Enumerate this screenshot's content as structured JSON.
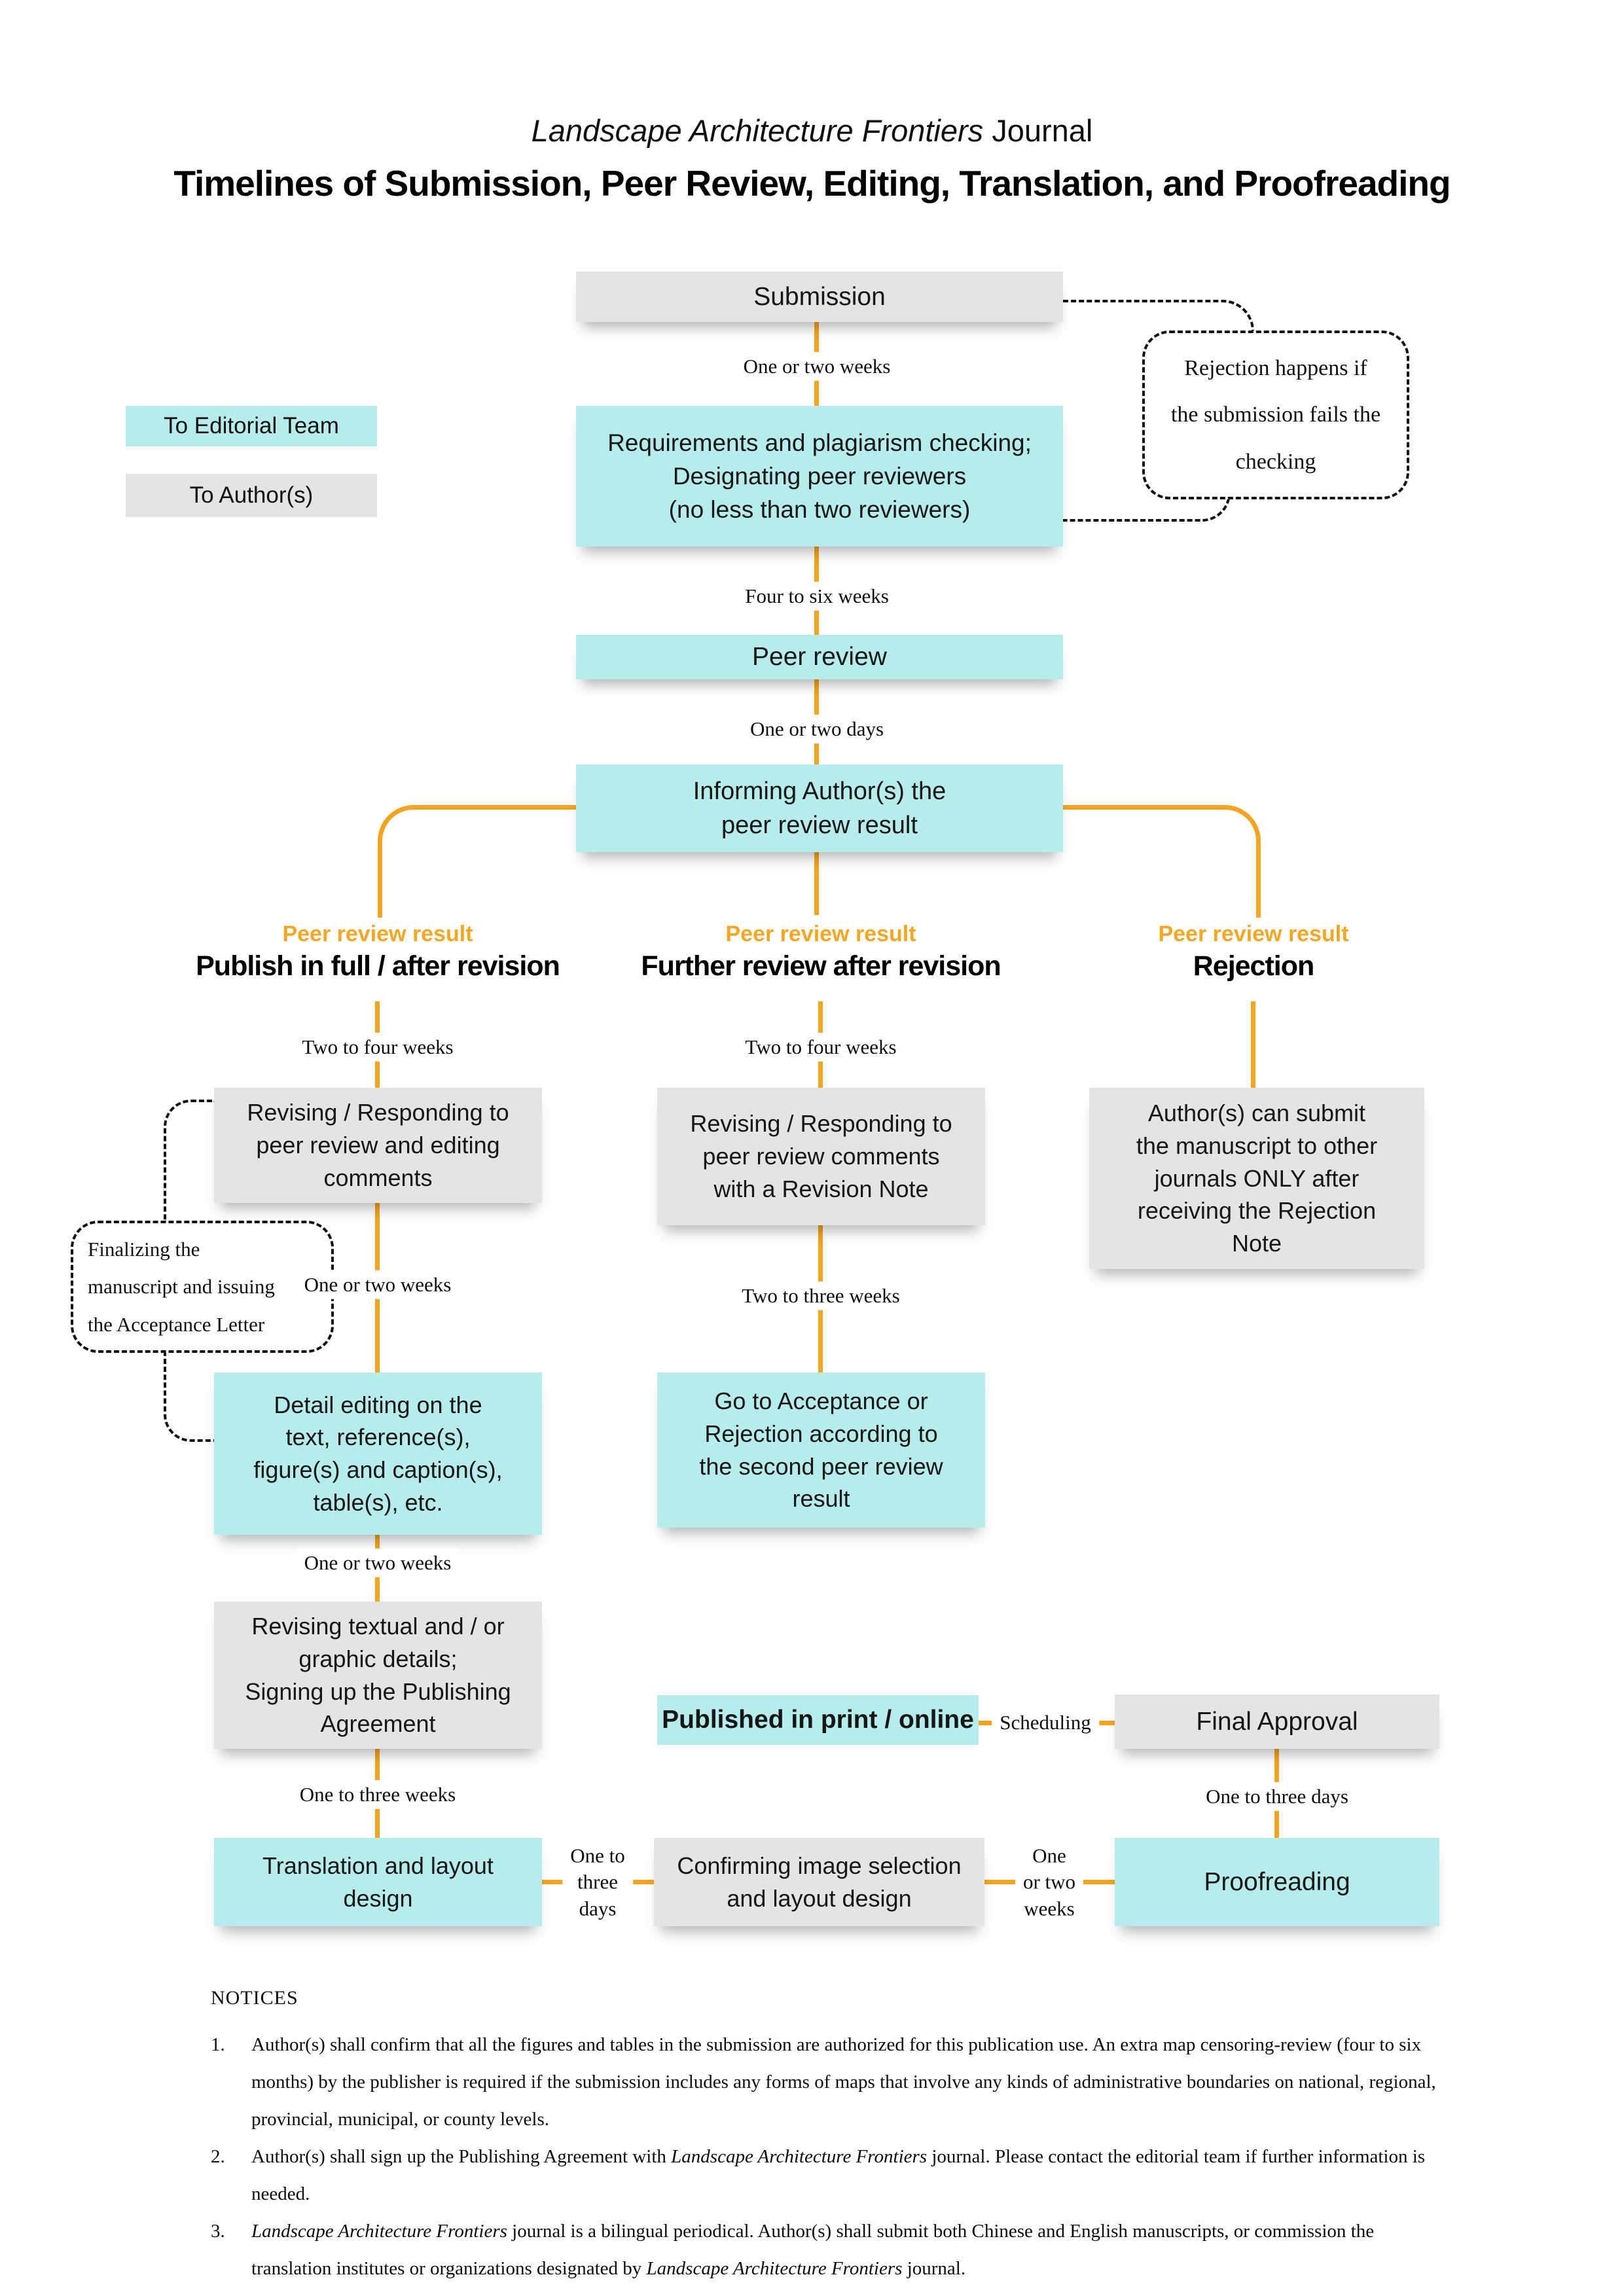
{
  "title": {
    "runs": [
      {
        "t": "Landscape Architecture Frontiers",
        "i": true
      },
      {
        "t": " Journal",
        "i": false
      }
    ],
    "subtitle": "Timelines of Submission, Peer Review, Editing, Translation, and Proofreading"
  },
  "legend": {
    "editorial": "To Editorial Team",
    "authors": "To Author(s)"
  },
  "colors": {
    "teal": "#b6ecec",
    "gray": "#e4e4e4",
    "orange": "#f6a41f",
    "orange_text": "#f5a623"
  },
  "nodes": {
    "submission": "Submission",
    "requirements": "Requirements and plagiarism checking;\nDesignating peer reviewers\n(no less than two reviewers)",
    "peer_review": "Peer review",
    "informing": "Informing Author(s) the\npeer review result",
    "rejection_bubble": "Rejection happens if\nthe submission fails the\nchecking",
    "finalizing_note": "Finalizing the\nmanuscript and issuing\nthe Acceptance Letter",
    "revising_responding": "Revising / Responding to\npeer review and editing\ncomments",
    "detail_editing": "Detail editing on the\ntext, reference(s),\nfigure(s) and caption(s),\ntable(s), etc.",
    "revising_textual": "Revising textual and / or\ngraphic details;\nSigning up the Publishing\nAgreement",
    "translation": "Translation and layout\ndesign",
    "revising_note": "Revising / Responding to\npeer review comments\nwith a Revision Note",
    "go_to_acceptance": "Go to Acceptance or\nRejection according to\nthe second peer review\nresult",
    "published": "Published in print / online",
    "confirming": "Confirming image selection\nand layout design",
    "authors_submit": "Author(s) can submit\nthe manuscript to other\njournals ONLY after\nreceiving the Rejection\nNote",
    "final_approval": "Final Approval",
    "proofreading": "Proofreading"
  },
  "branches": [
    {
      "tag": "Peer review result",
      "title": "Publish in full / after revision"
    },
    {
      "tag": "Peer review result",
      "title": "Further review after revision"
    },
    {
      "tag": "Peer review result",
      "title": "Rejection"
    }
  ],
  "timelabels": {
    "sub_req": "One or two weeks",
    "req_pr": "Four to six weeks",
    "pr_inf": "One or two days",
    "left_branch": "Two to four weeks",
    "mid_branch": "Two to four weeks",
    "left_1": "One or two weeks",
    "mid_1": "Two to three weeks",
    "left_2": "One or two weeks",
    "left_3": "One to three weeks",
    "fa_proof": "One to three days",
    "trans_conf": "One to\nthree\ndays",
    "conf_proof": "One\nor two\nweeks",
    "scheduling": "Scheduling"
  },
  "notices": {
    "heading": "NOTICES",
    "items": [
      {
        "num": "1.",
        "runs": [
          {
            "t": "Author(s) shall confirm that all the figures and tables in the submission are authorized for this publication use. An extra map censoring-review (four to six months) by the publisher is required if the submission includes any forms of maps that involve any kinds of administrative boundaries on national, regional, provincial, municipal, or county levels.",
            "i": false
          }
        ]
      },
      {
        "num": "2.",
        "runs": [
          {
            "t": "Author(s) shall sign up the Publishing Agreement with ",
            "i": false
          },
          {
            "t": "Landscape Architecture Frontiers",
            "i": true
          },
          {
            "t": " journal. Please contact the editorial team if further information is needed.",
            "i": false
          }
        ]
      },
      {
        "num": "3.",
        "runs": [
          {
            "t": "Landscape Architecture Frontiers",
            "i": true
          },
          {
            "t": " journal is a bilingual periodical. Author(s) shall submit both Chinese and English manuscripts, or commission the translation institutes or organizations designated by ",
            "i": false
          },
          {
            "t": "Landscape Architecture Frontiers",
            "i": true
          },
          {
            "t": " journal.",
            "i": false
          }
        ]
      }
    ]
  }
}
